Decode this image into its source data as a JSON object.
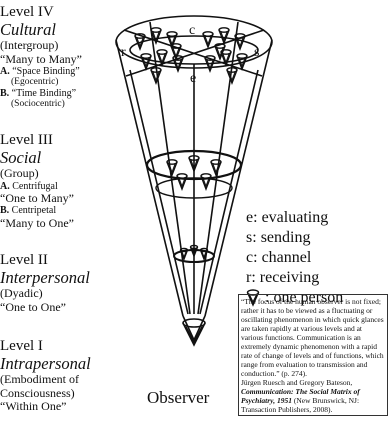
{
  "levels": [
    {
      "heading": "Level IV",
      "name": "Cultural",
      "subtitle": "(Intergroup)",
      "relation": "“Many to Many”",
      "subitems": [
        {
          "marker": "A.",
          "label": "“Space Binding”",
          "detail": "(Egocentric)"
        },
        {
          "marker": "B.",
          "label": "“Time Binding”",
          "detail": "(Sociocentric)"
        }
      ]
    },
    {
      "heading": "Level III",
      "name": "Social",
      "subtitle": "(Group)",
      "subitems": [
        {
          "marker": "A.",
          "label": "Centrifugal"
        },
        {
          "marker": "B.",
          "label": "Centripetal"
        }
      ],
      "relation_a": "“One to Many”",
      "relation_b": "“Many to One”"
    },
    {
      "heading": "Level II",
      "name": "Interpersonal",
      "subtitle": "(Dyadic)",
      "relation": "“One to One”"
    },
    {
      "heading": "Level I",
      "name": "Intrapersonal",
      "subtitle": "(Embodiment of",
      "subtitle2": "Consciousness)",
      "relation": "“Within One”"
    }
  ],
  "cone_labels": {
    "c": "c",
    "r": "r",
    "s": "s",
    "e": "e"
  },
  "observer": "Observer",
  "legend": [
    {
      "key": "e",
      "text": "evaluating"
    },
    {
      "key": "s",
      "text": "sending"
    },
    {
      "key": "c",
      "text": "channel"
    },
    {
      "key": "r",
      "text": "receiving"
    },
    {
      "key": "icon",
      "text": "one person"
    }
  ],
  "quote": {
    "body": "“The focus of the human observer is not fixed; rather it has to be viewed as a fluctuating or oscillating phenomenon in which quick glances are taken rapidly at various levels and at various functions. Communication is an extremely dynamic phenomenon with a rapid rate of change of levels and of functions, which range from evaluation to transmission and conduction.” (p. 274).",
    "authors": "Jürgen Ruesch and Gregory Bateson,",
    "title": "Communication: The Social Matrix of Psychiatry, 1951",
    "publisher": "(New Brunswick, NJ: Transaction Publishers, 2008)."
  },
  "colors": {
    "ink": "#111111",
    "background": "#ffffff"
  },
  "icons": {
    "person": "person-cone-icon"
  }
}
